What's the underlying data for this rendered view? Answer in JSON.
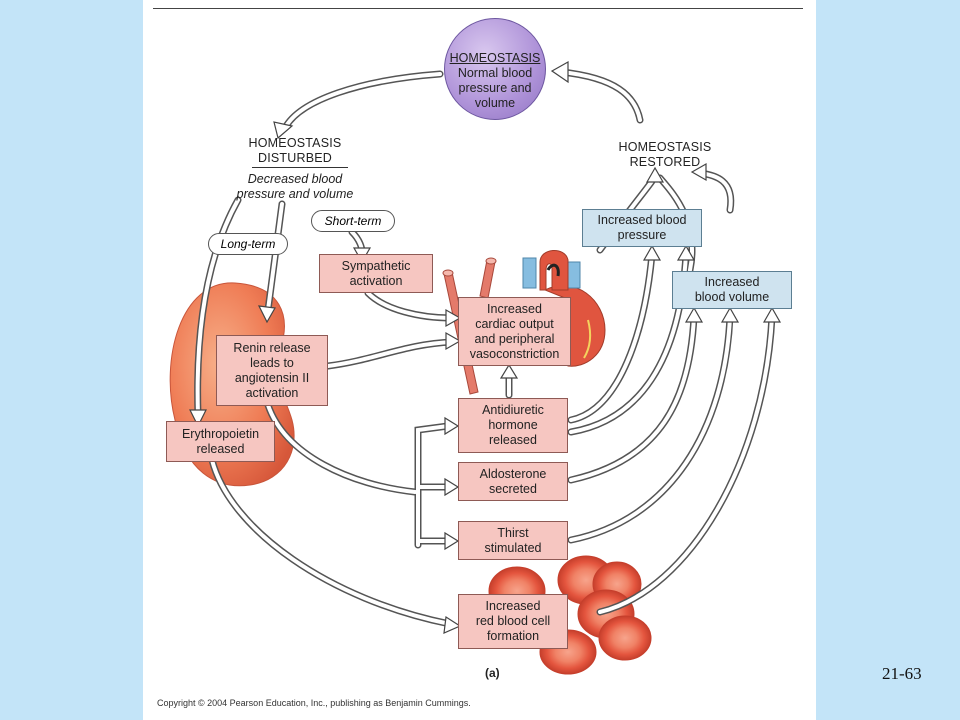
{
  "homeostasis_circle": {
    "title": "HOMEOSTASIS",
    "body": "Normal blood\npressure and\nvolume"
  },
  "disturbed": {
    "title": "HOMEOSTASIS\nDISTURBED",
    "subtitle": "Decreased blood\npressure and volume"
  },
  "restored": {
    "title": "HOMEOSTASIS\nRESTORED"
  },
  "pills": {
    "short_term": "Short-term",
    "long_term": "Long-term"
  },
  "boxes": {
    "sympathetic": "Sympathetic\nactivation",
    "renin": "Renin release\nleads to\nangiotensin II\nactivation",
    "erythropoietin": "Erythropoietin\nreleased",
    "cardiac": "Increased\ncardiac output\nand peripheral\nvasoconstriction",
    "adh": "Antidiuretic\nhormone\nreleased",
    "aldosterone": "Aldosterone\nsecreted",
    "thirst": "Thirst\nstimulated",
    "rbc": "Increased\nred blood cell\nformation",
    "bp": "Increased blood\npressure",
    "bv": "Increased\nblood volume"
  },
  "figure_label": "(a)",
  "copyright": "Copyright © 2004 Pearson Education, Inc., publishing as Benjamin Cummings.",
  "slide_number": "21-63",
  "colors": {
    "background": "#c3e4f8",
    "panel": "#ffffff",
    "pink_box": "#f6c6c1",
    "blue_box": "#cfe3ef",
    "circle": "#ae92d8",
    "kidney": "#f0805a",
    "rbc": "#e8563f"
  }
}
